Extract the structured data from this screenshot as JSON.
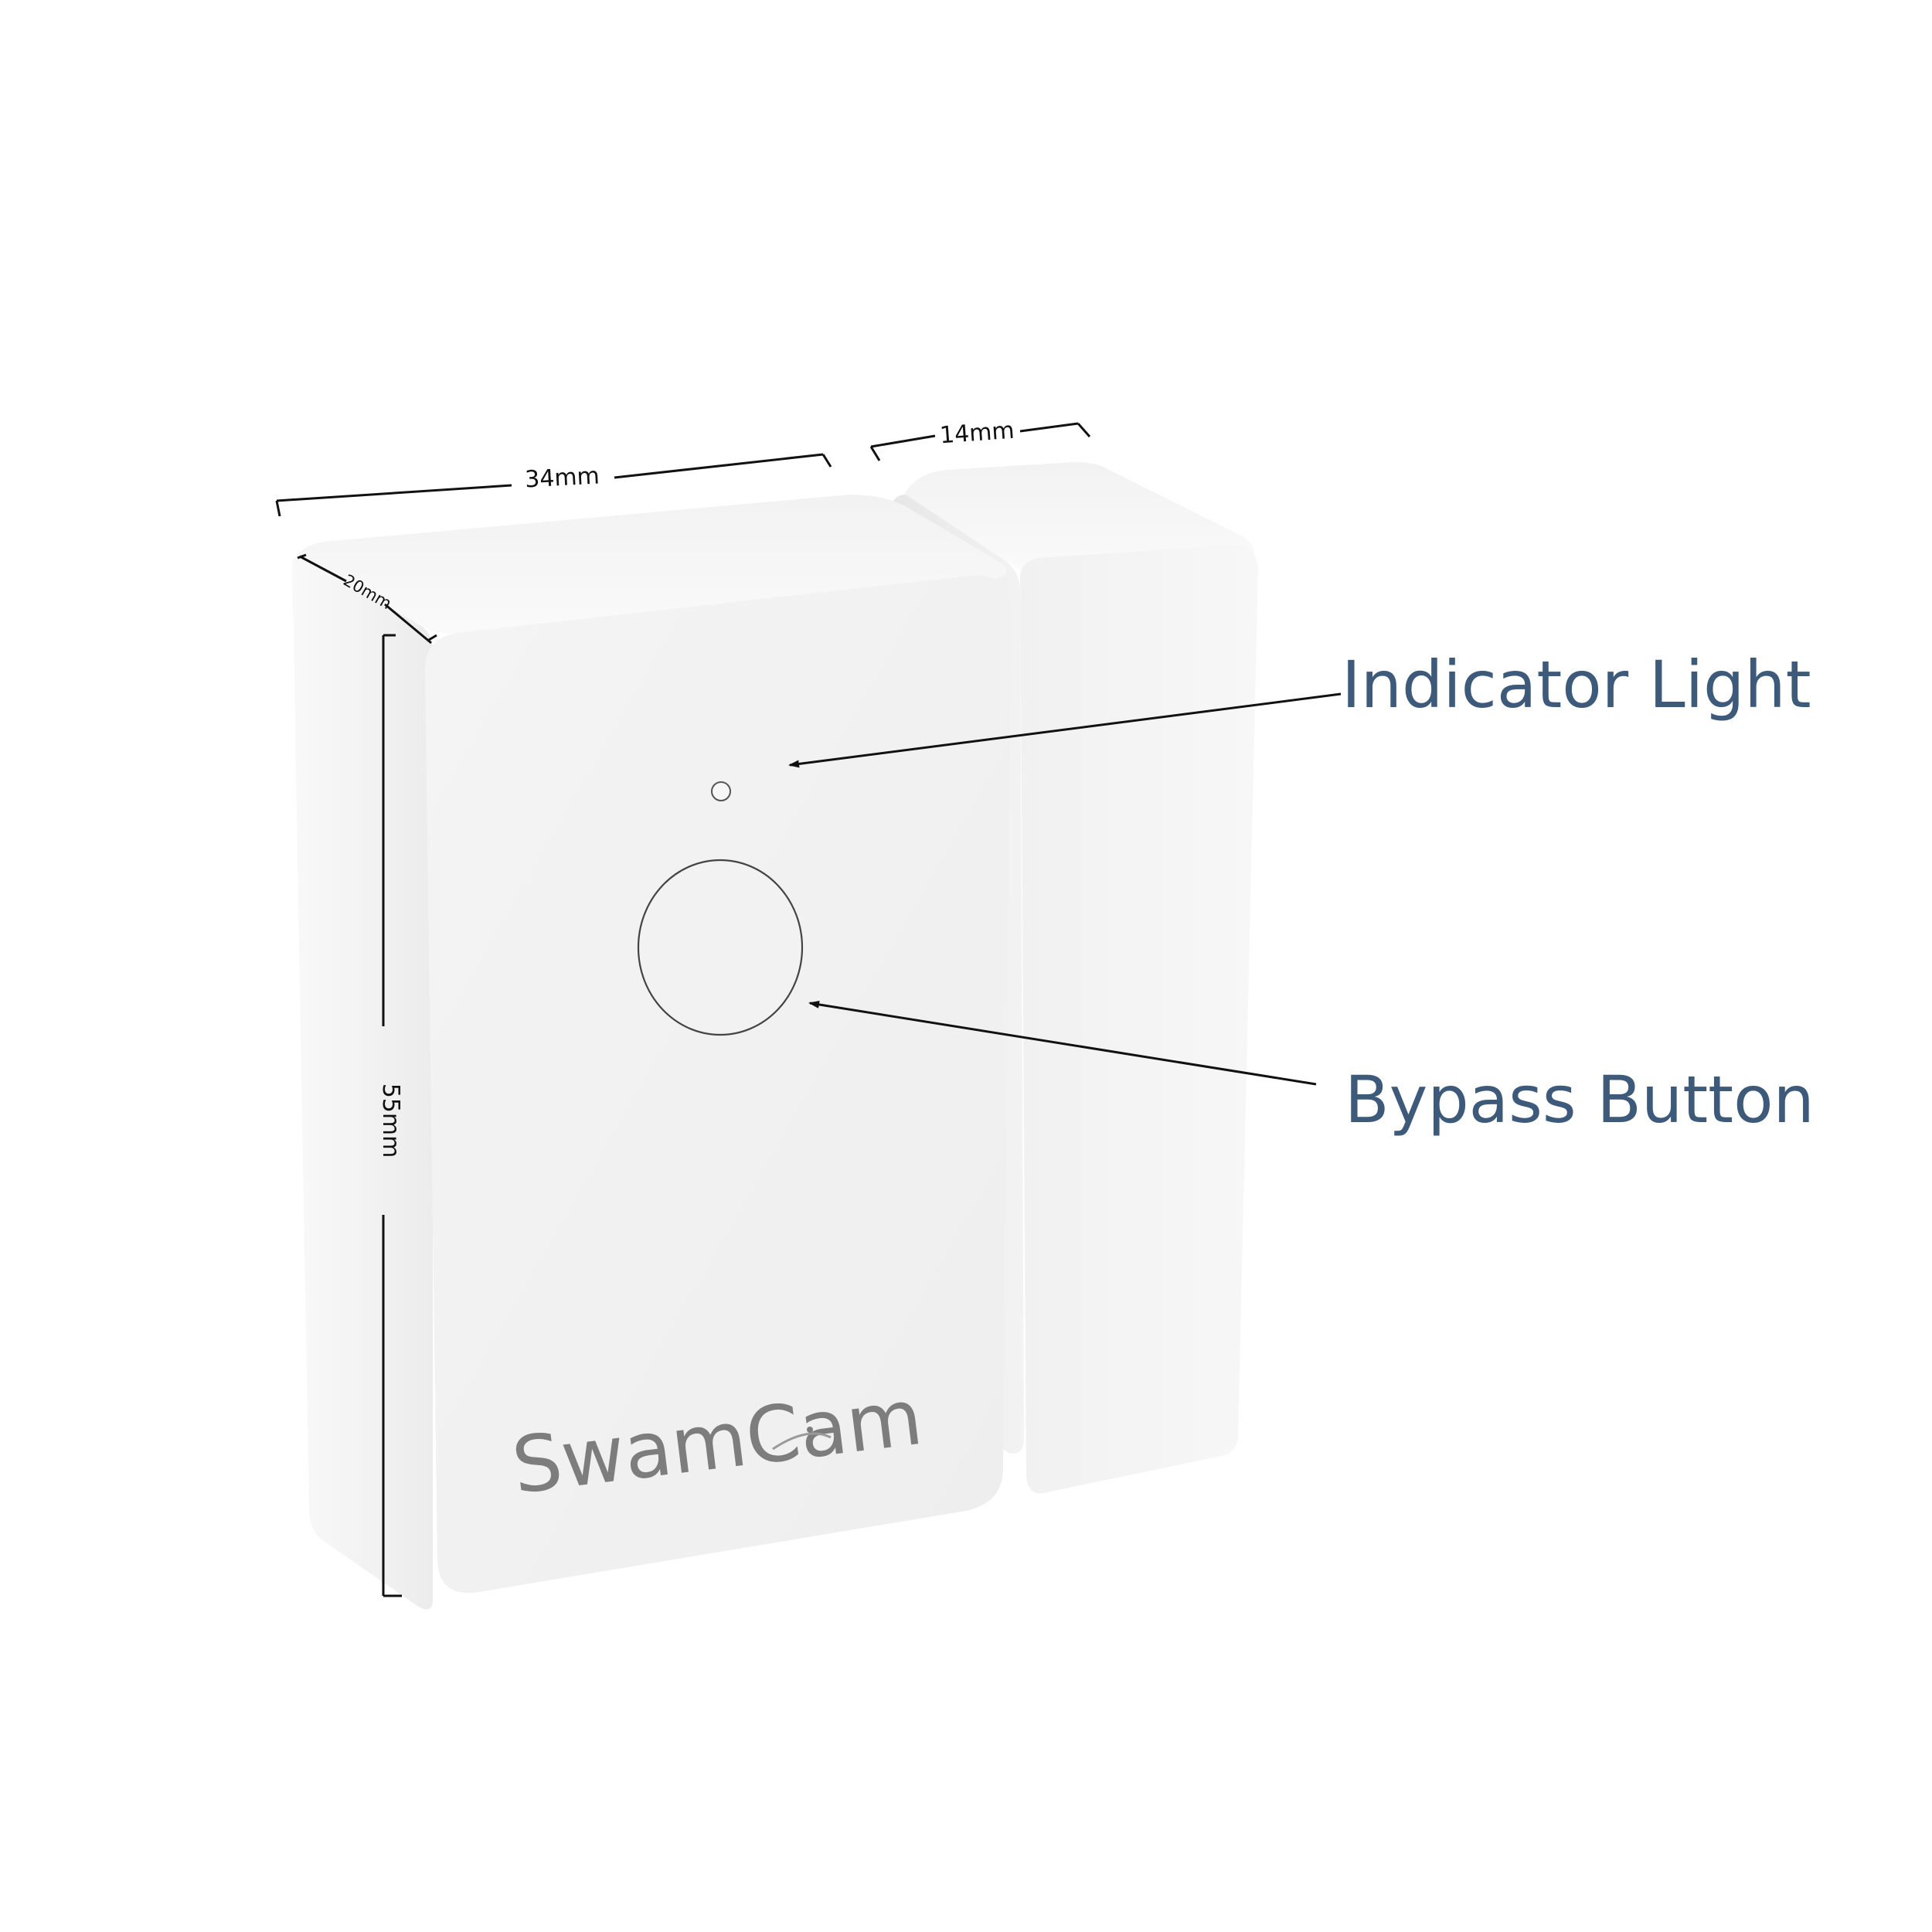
{
  "dimensions": {
    "width": "34mm",
    "depth": "20mm",
    "height": "55mm",
    "magnet_width": "14mm"
  },
  "callouts": {
    "indicator_light": "Indicator Light",
    "bypass_button": "Bypass Button"
  },
  "device": {
    "brand": "SwamCam"
  },
  "colors": {
    "callout_text": "#3d5a7a",
    "brand_text": "#7d7d7d",
    "dimension_lines": "#111111",
    "device_body": "#f3f3f3"
  }
}
